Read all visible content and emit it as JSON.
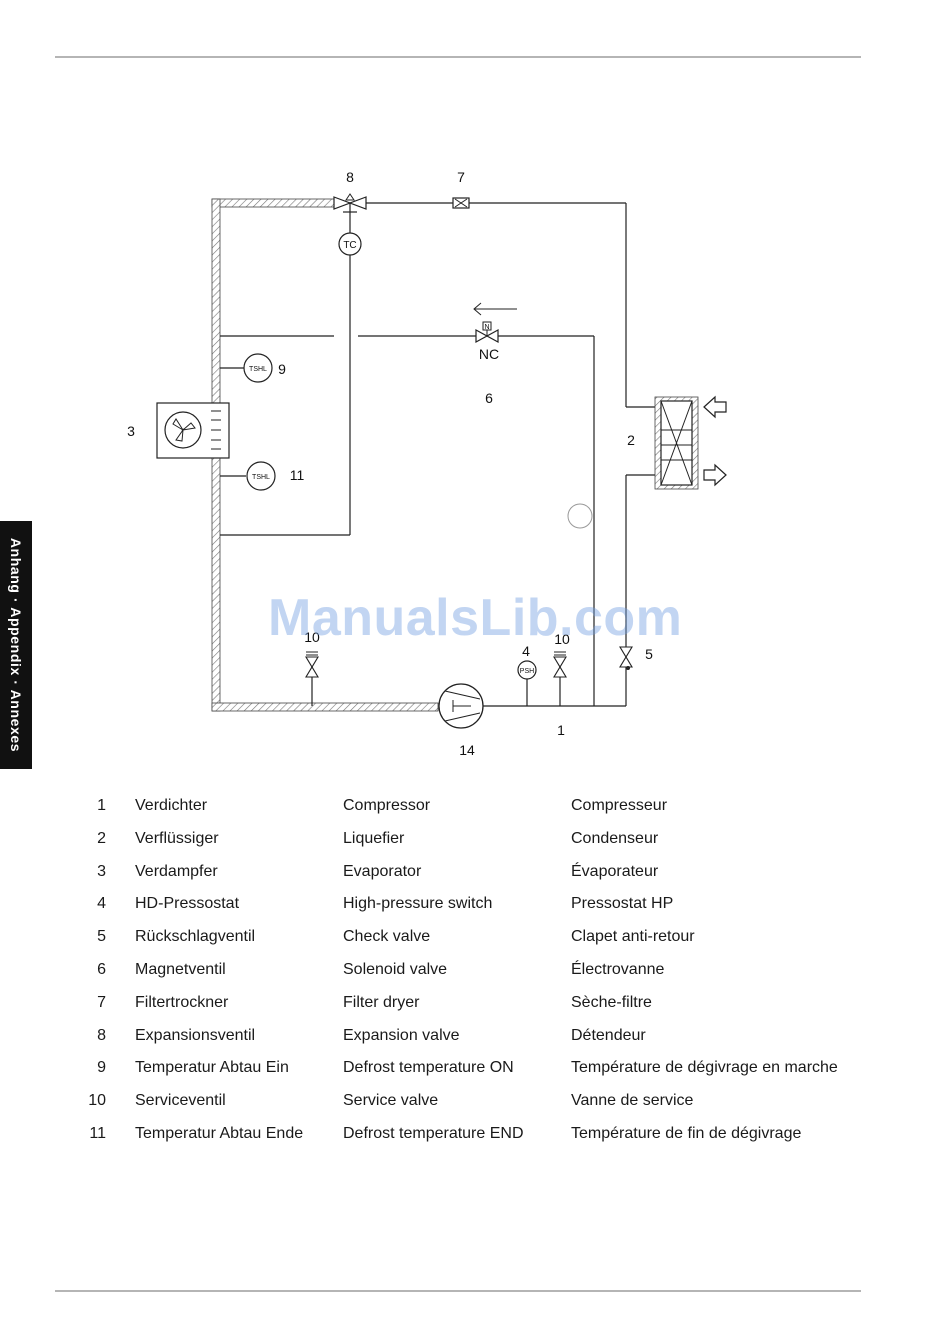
{
  "side_tab": {
    "label": "Anhang · Appendix · Annexes"
  },
  "watermark": "ManualsLib.com",
  "diagram": {
    "labels": {
      "n1": "1",
      "n2": "2",
      "n3": "3",
      "n4": "4",
      "n5": "5",
      "n6": "6",
      "n7": "7",
      "n8": "8",
      "n9": "9",
      "n10a": "10",
      "n10b": "10",
      "n11": "11",
      "n14": "14",
      "nc": "NC",
      "tc": "TC",
      "tshl": "TSHL",
      "psh": "PSH",
      "n_mark": "N"
    }
  },
  "legend": [
    {
      "num": "1",
      "de": "Verdichter",
      "en": "Compressor",
      "fr": "Compresseur"
    },
    {
      "num": "2",
      "de": "Verflüssiger",
      "en": "Liquefier",
      "fr": "Condenseur"
    },
    {
      "num": "3",
      "de": "Verdampfer",
      "en": "Evaporator",
      "fr": "Évaporateur"
    },
    {
      "num": "4",
      "de": "HD-Pressostat",
      "en": "High-pressure switch",
      "fr": "Pressostat HP"
    },
    {
      "num": "5",
      "de": "Rückschlagventil",
      "en": "Check valve",
      "fr": "Clapet anti-retour"
    },
    {
      "num": "6",
      "de": "Magnetventil",
      "en": "Solenoid valve",
      "fr": "Électrovanne"
    },
    {
      "num": "7",
      "de": "Filtertrockner",
      "en": "Filter dryer",
      "fr": "Sèche-filtre"
    },
    {
      "num": "8",
      "de": "Expansionsventil",
      "en": "Expansion valve",
      "fr": "Détendeur"
    },
    {
      "num": "9",
      "de": "Temperatur Abtau Ein",
      "en": "Defrost temperature ON",
      "fr": "Température de dégivrage en marche"
    },
    {
      "num": "10",
      "de": "Serviceventil",
      "en": "Service valve",
      "fr": "Vanne de service"
    },
    {
      "num": "11",
      "de": "Temperatur Abtau Ende",
      "en": "Defrost temperature END",
      "fr": "Température de fin de dégivrage"
    }
  ]
}
